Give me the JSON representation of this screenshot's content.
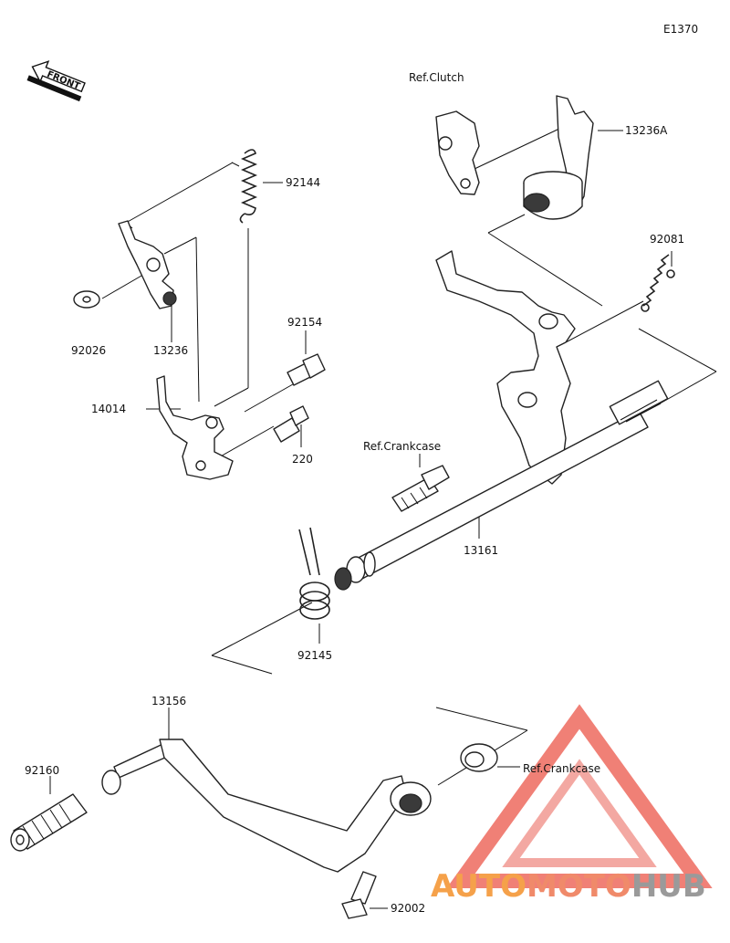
{
  "diagram_code": "E1370",
  "front_label": "FRONT",
  "parts": {
    "p13236A": "13236A",
    "p92081": "92081",
    "p92144": "92144",
    "p92026": "92026",
    "p13236": "13236",
    "p92154": "92154",
    "p14014": "14014",
    "p220": "220",
    "p13161": "13161",
    "p92145": "92145",
    "p13156": "13156",
    "p92160": "92160",
    "p92002": "92002"
  },
  "refs": {
    "clutch": "Ref.Clutch",
    "crankcase_upper": "Ref.Crankcase",
    "crankcase_lower": "Ref.Crankcase"
  },
  "watermark": {
    "part1": "AUTO",
    "part2": "MOTO",
    "part3": "HUB",
    "color_primary": "#f5a14a",
    "color_secondary": "#e8463c",
    "color_dark": "#9a9a9a"
  }
}
